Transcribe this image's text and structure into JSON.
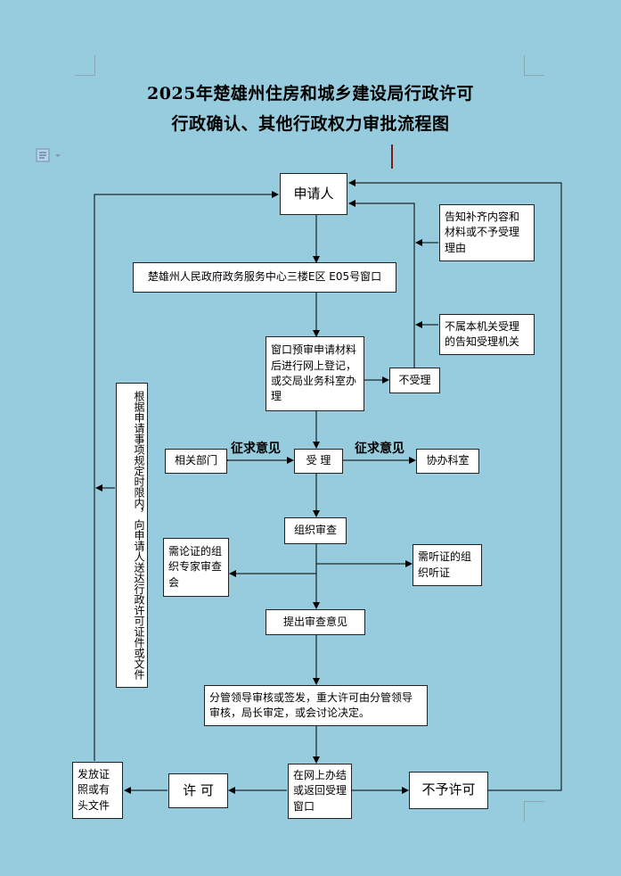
{
  "title": {
    "line1": "2025年楚雄州住房和城乡建设局行政许可",
    "line2": "行政确认、其他行政权力审批流程图"
  },
  "nodes": {
    "applicant": "申请人",
    "window": "楚雄州人民政府政务服务中心三楼E区 E05号窗口",
    "precheck": "窗口预审申请材料后进行网上登记，或交局业务科室办理",
    "notify_supplement": "告知补齐内容和材料或不予受理理由",
    "notify_not_belong": "不属本机关受理的告知受理机关",
    "not_accept": "不受理",
    "accept": "受  理",
    "related_dept": "相关部门",
    "assist_dept": "协办科室",
    "organize_review": "组织审查",
    "expert_review": "需论证的组织专家审查会",
    "hearing": "需听证的组织听证",
    "review_opinion": "提出审查意见",
    "leader_review": "分管领导审核或签发，重大许可由分管领导审核，局长审定，或会讨论决定。",
    "online_close": "在网上办结或返回受理窗口",
    "permit": "许  可",
    "no_permit": "不予许可",
    "issue_cert": "发放证照或有头文件",
    "deliver": "根据申请事项规定时限内，向申请人送达行政许可证件或文件"
  },
  "labels": {
    "solicit_left": "征求意见",
    "solicit_right": "征求意见"
  }
}
